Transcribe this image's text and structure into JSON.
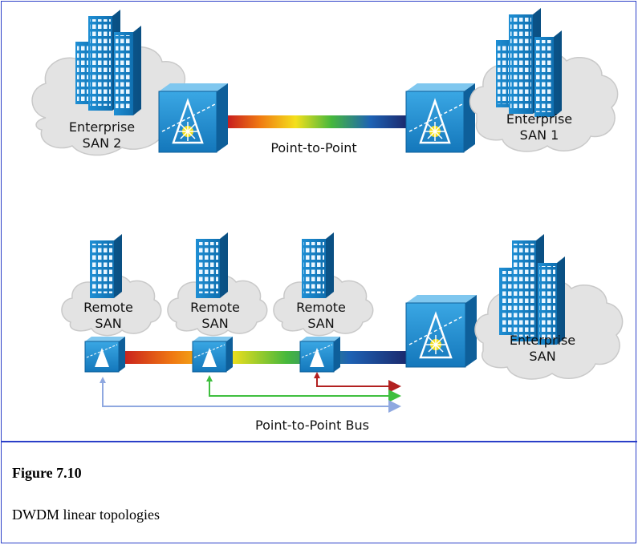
{
  "diagram": {
    "top_topology": {
      "left_site": {
        "line1": "Enterprise",
        "line2": "SAN 2"
      },
      "right_site": {
        "line1": "Enterprise",
        "line2": "SAN 1"
      },
      "link_label": "Point-to-Point"
    },
    "bottom_topology": {
      "remote_sites": [
        {
          "line1": "Remote",
          "line2": "SAN"
        },
        {
          "line1": "Remote",
          "line2": "SAN"
        },
        {
          "line1": "Remote",
          "line2": "SAN"
        }
      ],
      "enterprise_site": {
        "line1": "Enterprise",
        "line2": "SAN"
      },
      "link_label": "Point-to-Point Bus"
    },
    "colors": {
      "building": "#1a8fd0",
      "device": "#1f93d6",
      "cloud": "#e6e6e6",
      "border": "#2b3fc8",
      "arrow_blue": "#8fa8e0",
      "arrow_green": "#3fbf3f",
      "arrow_red": "#b22020"
    }
  },
  "caption": {
    "figure_number": "Figure 7.10",
    "description": "DWDM linear topologies"
  }
}
